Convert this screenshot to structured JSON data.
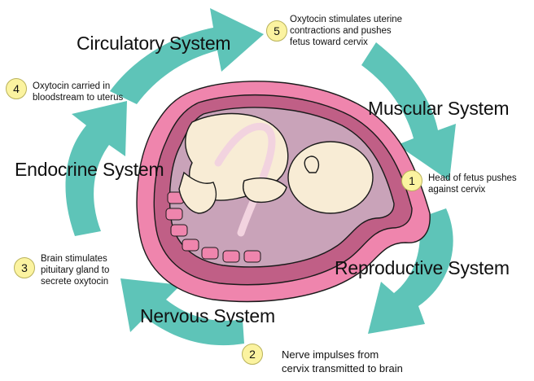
{
  "colors": {
    "arrow": "#5ec4b8",
    "uterus_outer": "#ef85ad",
    "uterus_inner": "#c05f86",
    "cavity": "#c9a3b9",
    "fetus_skin": "#f8ecd5",
    "cord": "#f2d3df",
    "badge_fill": "#fbf3a0"
  },
  "systems": {
    "circulatory": "Circulatory System",
    "muscular": "Muscular System",
    "endocrine": "Endocrine System",
    "reproductive": "Reproductive System",
    "nervous": "Nervous System"
  },
  "steps": [
    {
      "number": "1",
      "text": "Head of fetus pushes\nagainst cervix"
    },
    {
      "number": "2",
      "text": "Nerve impulses from\ncervix transmitted to brain"
    },
    {
      "number": "3",
      "text": "Brain stimulates\npituitary gland to\nsecrete oxytocin"
    },
    {
      "number": "4",
      "text": "Oxytocin carried in\nbloodstream to uterus"
    },
    {
      "number": "5",
      "text": "Oxytocin stimulates uterine\ncontractions and pushes\nfetus toward cervix"
    }
  ]
}
